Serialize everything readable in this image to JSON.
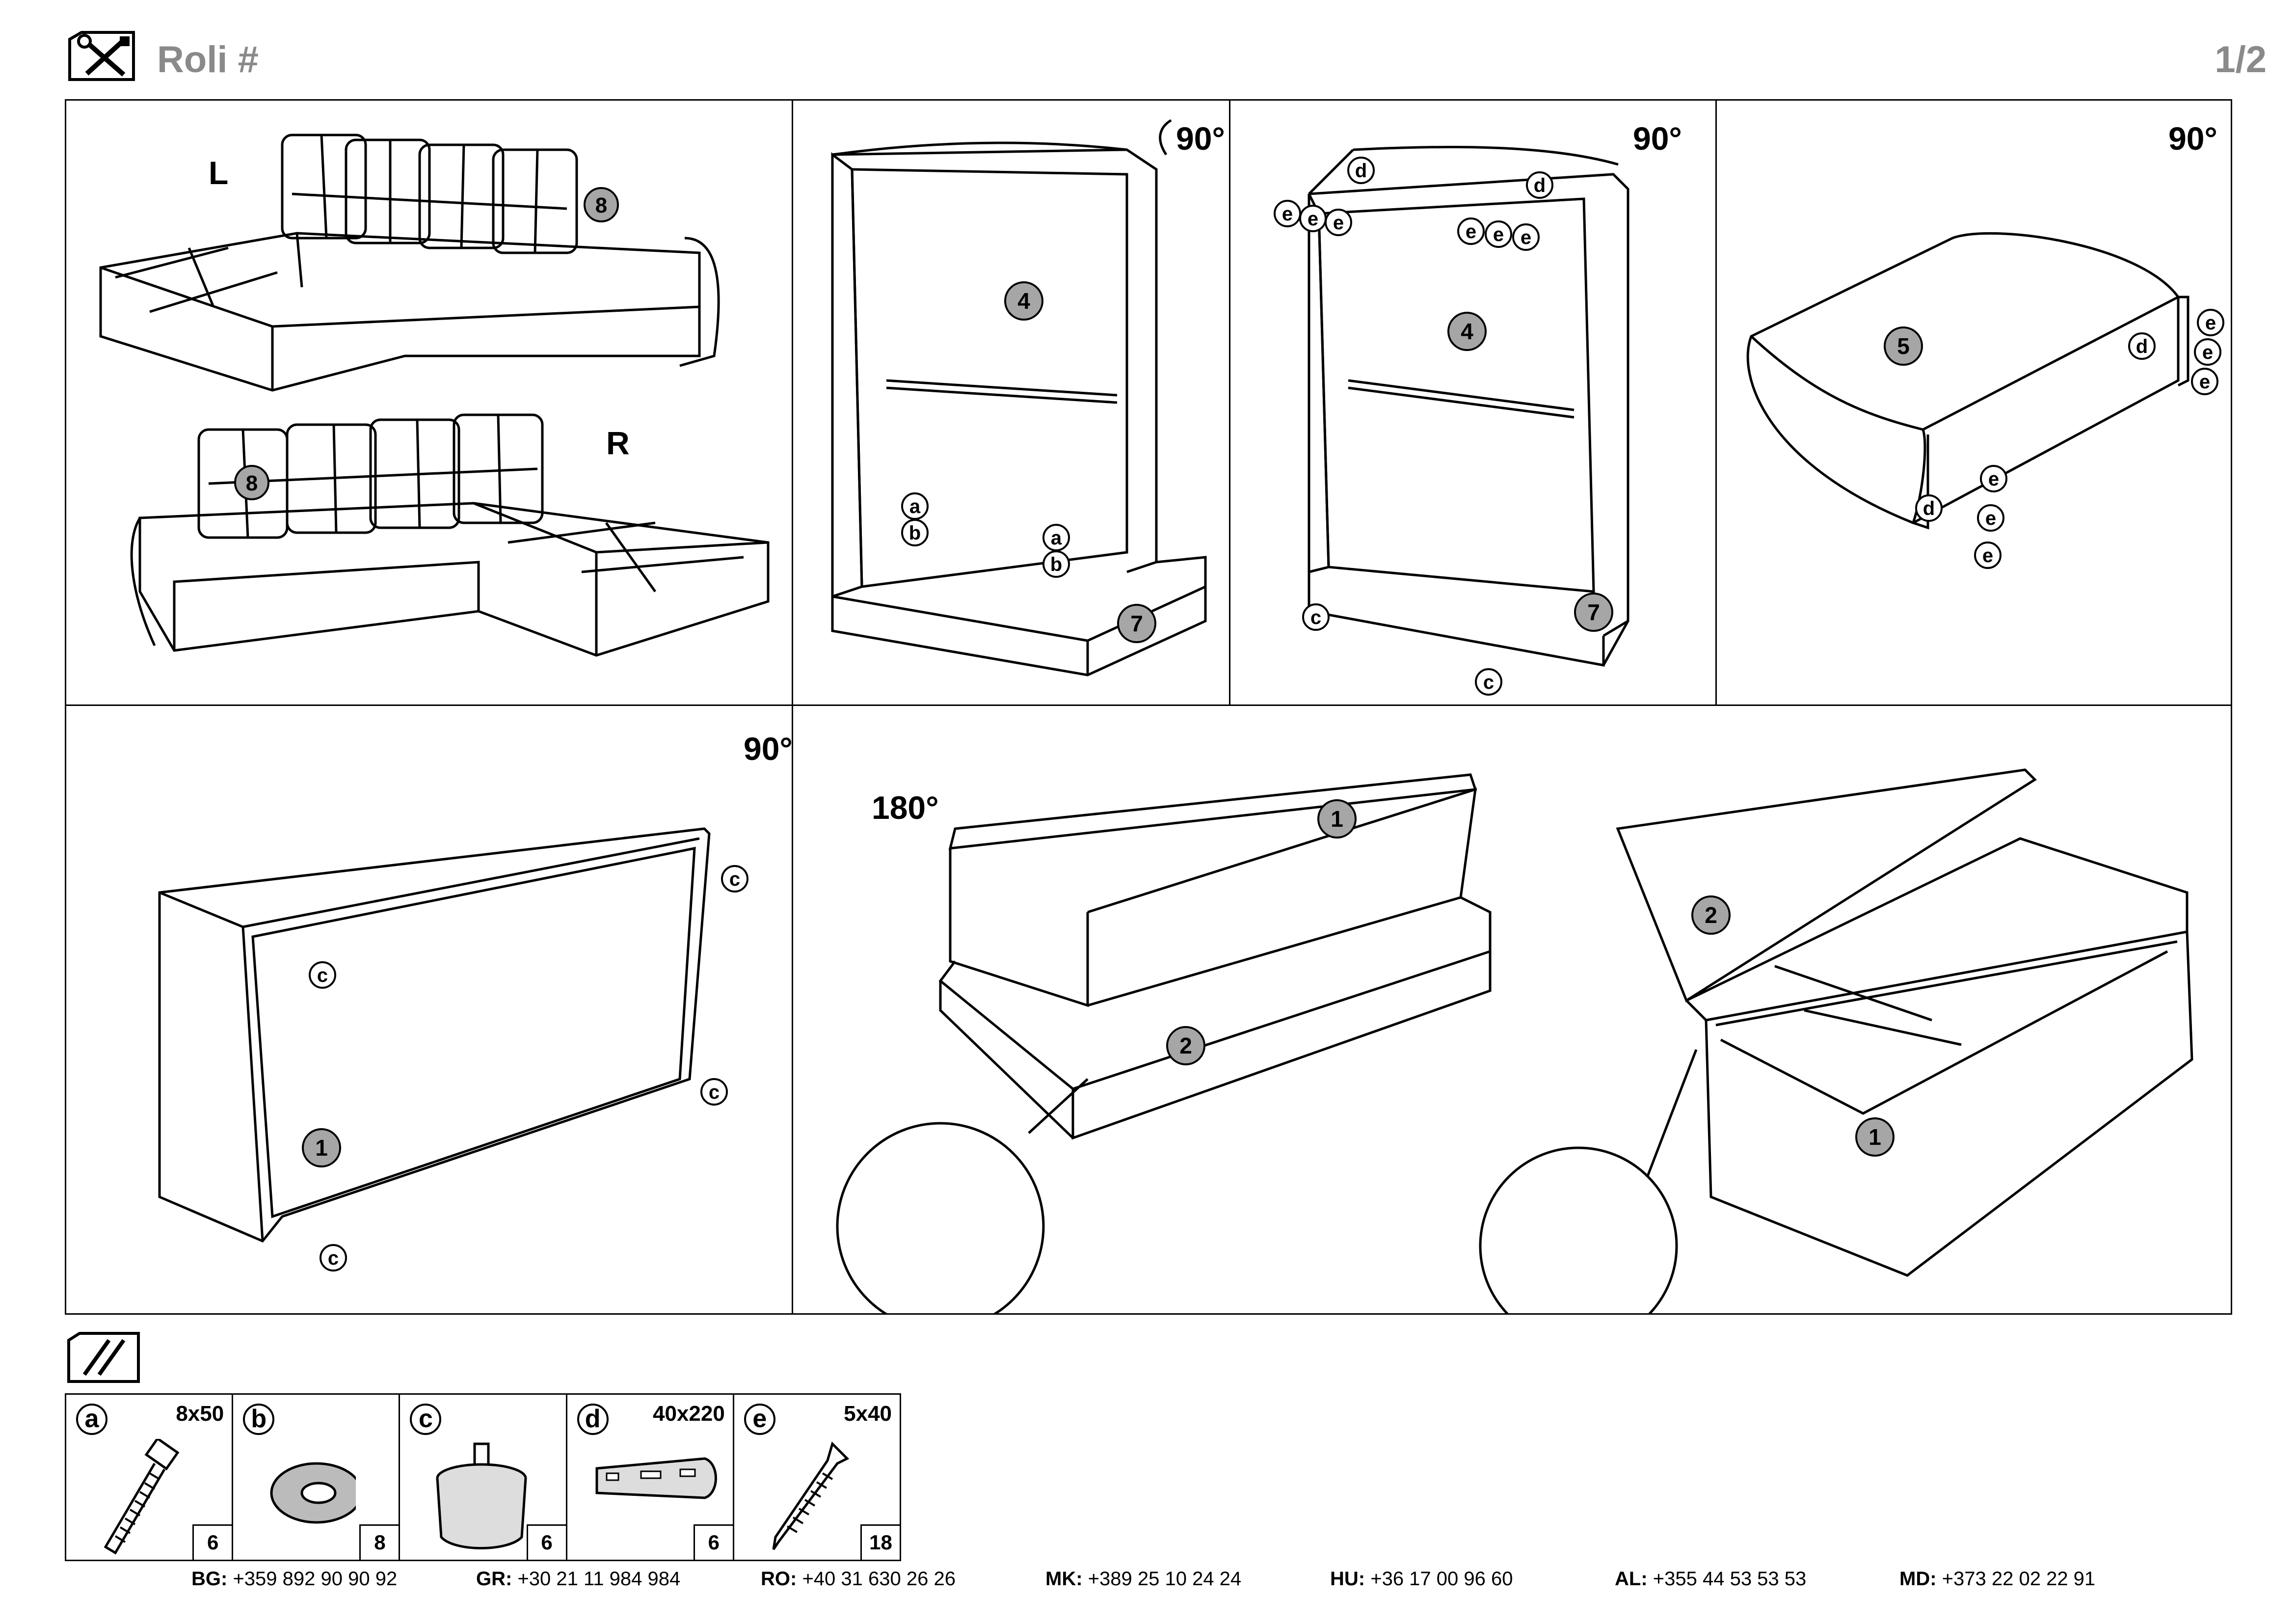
{
  "header": {
    "title": "Roli #",
    "page": "1/2",
    "icon": "tools-icon"
  },
  "panels": {
    "sofa_overview": {
      "side_left": "L",
      "side_right": "R",
      "pillow_part": "8"
    },
    "panel_2": {
      "rotation": "90°",
      "main_part": "4",
      "base_part": "7",
      "fitting_1": "a",
      "fitting_2": "b"
    },
    "panel_3": {
      "rotation": "90°",
      "main_part": "4",
      "base_part": "7",
      "bracket": "d",
      "screw": "e",
      "foot": "c"
    },
    "panel_4": {
      "rotation": "90°",
      "main_part": "5",
      "bracket": "d",
      "screw": "e"
    },
    "panel_5": {
      "rotation": "90°",
      "main_part": "1",
      "foot": "c"
    },
    "panel_6": {
      "rotation": "180°",
      "main_part": "1",
      "base_part": "2"
    },
    "panel_7": {
      "lid_part": "2",
      "box_part": "1"
    }
  },
  "parts_header_icon": "screws-icon",
  "parts": [
    {
      "letter": "a",
      "size": "8x50",
      "qty": "6",
      "icon": "bolt-icon"
    },
    {
      "letter": "b",
      "size": "",
      "qty": "8",
      "icon": "washer-icon"
    },
    {
      "letter": "c",
      "size": "",
      "qty": "6",
      "icon": "foot-icon"
    },
    {
      "letter": "d",
      "size": "40x220",
      "qty": "6",
      "icon": "bracket-icon"
    },
    {
      "letter": "e",
      "size": "5x40",
      "qty": "18",
      "icon": "screw-icon"
    }
  ],
  "phones": [
    {
      "country": "BG:",
      "number": " +359 892 90 90 92"
    },
    {
      "country": "GR:",
      "number": " +30 21 11 984 984"
    },
    {
      "country": "RO:",
      "number": " +40 31 630 26 26"
    },
    {
      "country": "MK:",
      "number": " +389 25 10 24 24"
    },
    {
      "country": "HU:",
      "number": " +36 17 00 96 60"
    },
    {
      "country": "AL:",
      "number": " +355 44 53 53 53"
    },
    {
      "country": "MD:",
      "number": " +373 22 02 22 91"
    }
  ],
  "colors": {
    "part_marker": "#a6a6a6",
    "header_text": "#8a8a8a"
  }
}
